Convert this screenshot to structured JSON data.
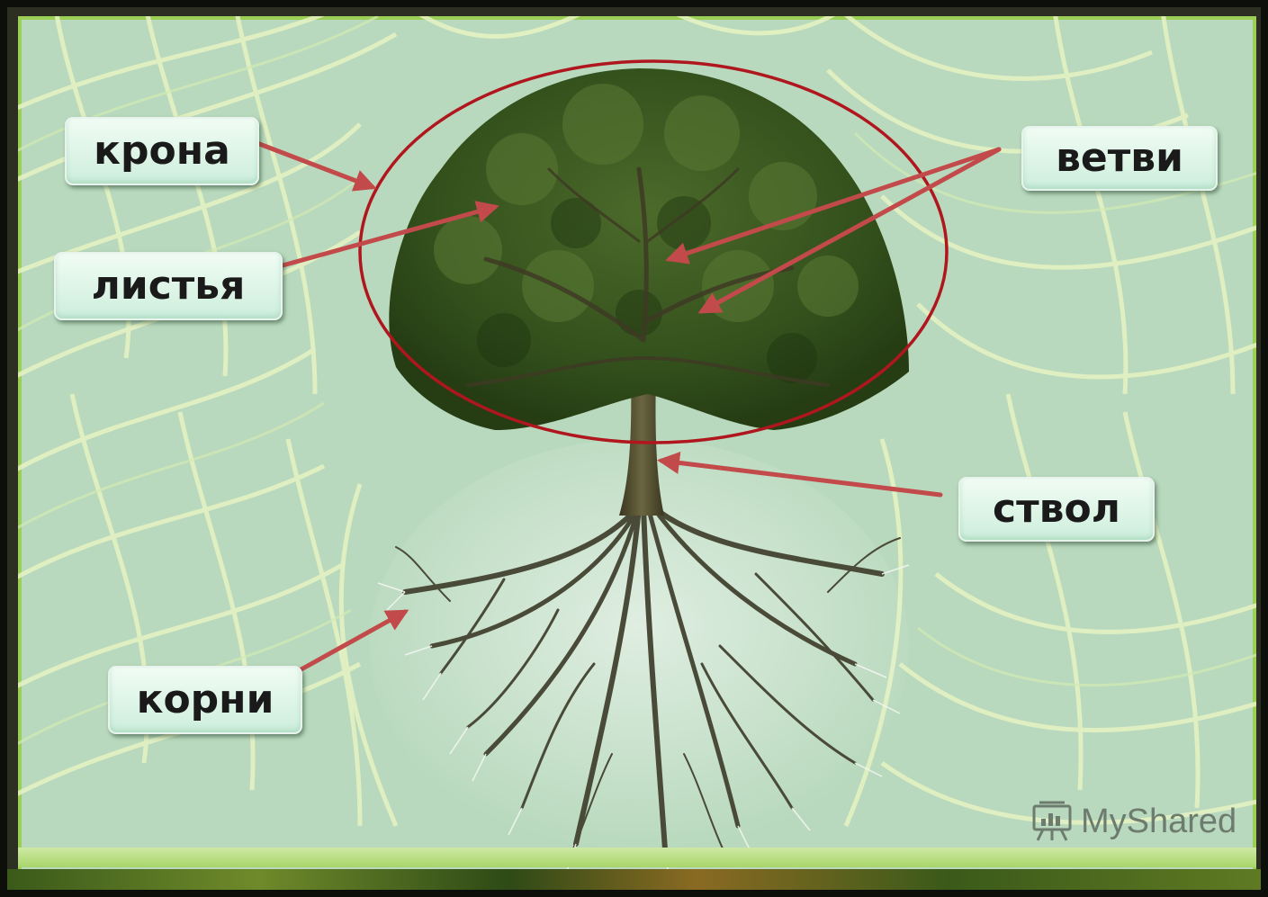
{
  "labels": {
    "krona": "крона",
    "listya": "листья",
    "vetvi": "ветви",
    "stvol": "ствол",
    "korni": "корни"
  },
  "watermark": {
    "text": "MyShared",
    "icon": "presentation-board-icon"
  },
  "colors": {
    "background": "#b8d9bd",
    "background_pattern": "#e6f3c2",
    "arrows": "#c24a4a",
    "ellipse": "#b0161e",
    "label_fill": "#e3f7ea",
    "frame": "#9ccf55"
  }
}
